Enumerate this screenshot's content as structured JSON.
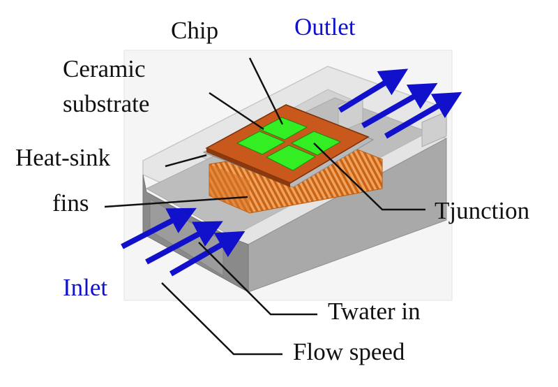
{
  "labels": {
    "chip": "Chip",
    "outlet": "Outlet",
    "ceramic": "Ceramic",
    "substrate": "substrate",
    "heat_sink": "Heat-sink",
    "fins": "fins",
    "tjunction": "Tjunction",
    "inlet": "Inlet",
    "twater_in": "Twater in",
    "flow_speed": "Flow speed"
  },
  "colors": {
    "flow_arrow": "#1111cc",
    "chip": "#33ee22",
    "substrate": "#c8581c",
    "fins": "#e8862a",
    "housing": "#a9a9a9"
  }
}
